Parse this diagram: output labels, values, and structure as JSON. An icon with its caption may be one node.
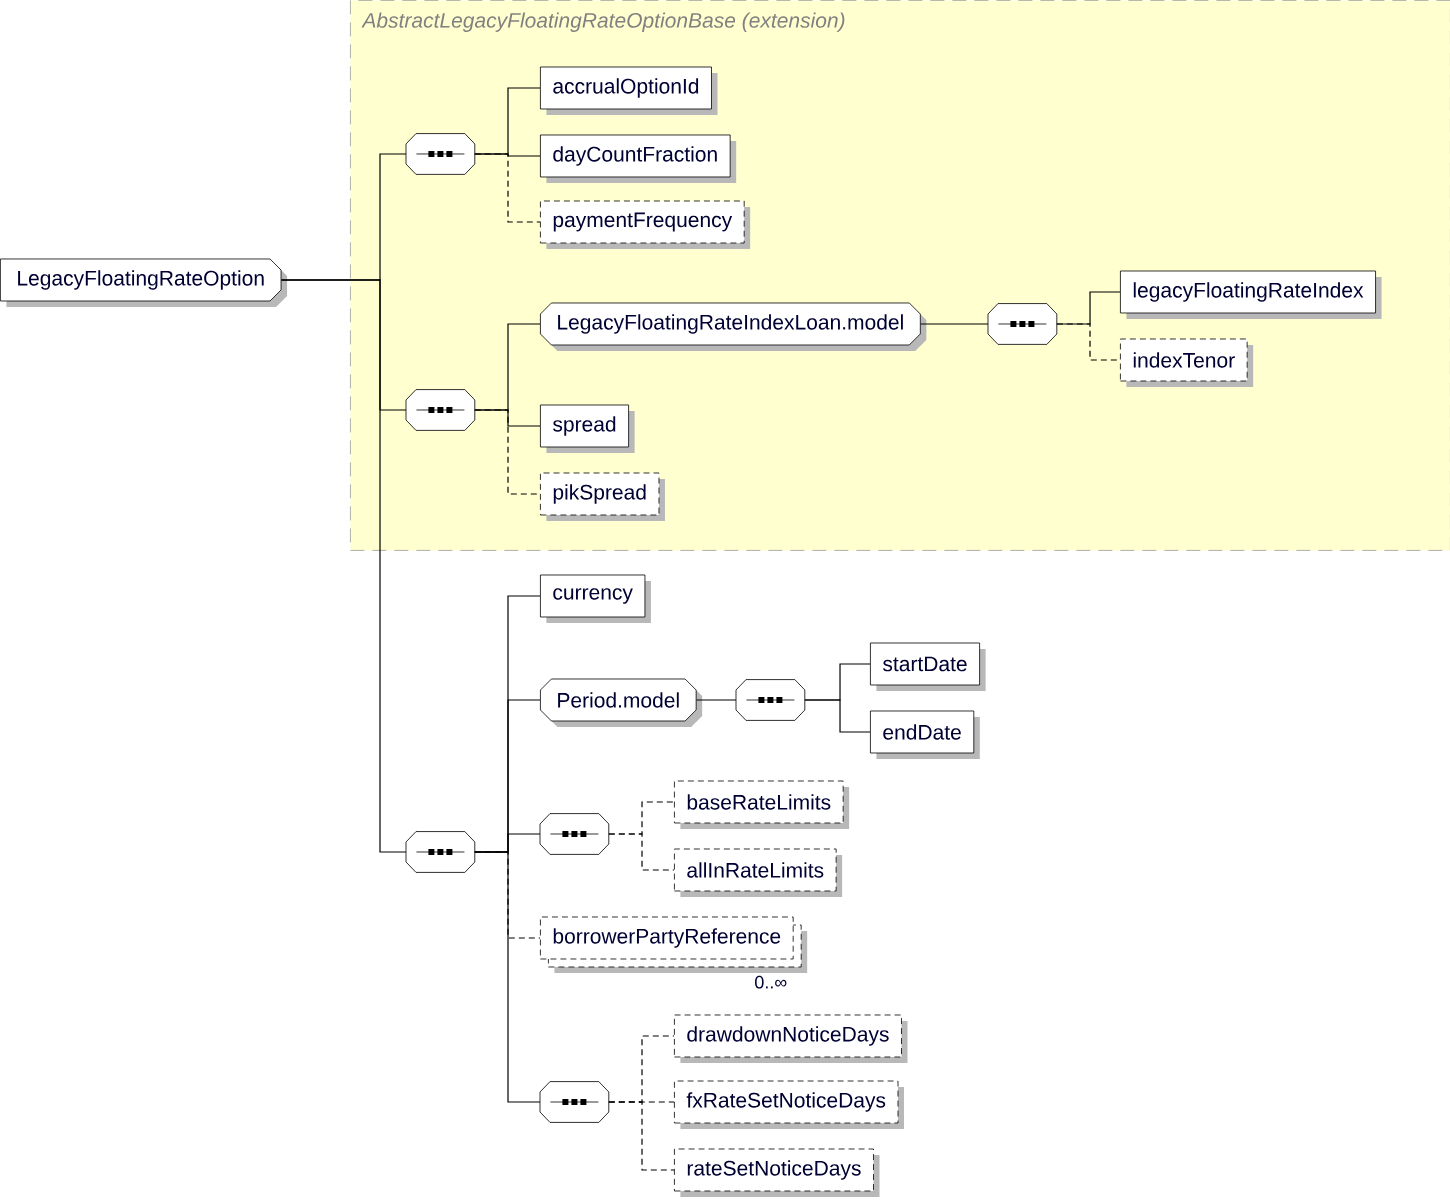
{
  "diagram": {
    "nodes": [
      {
        "text": [
          "*AbstractLegacyFloatingRateOptionBase* (extension)"
        ]
      },
      {
        "text": [
          "LegacyFloatingRateOption"
        ]
      },
      {
        "text": [],
        "shape": "octagon",
        "in": 0
      },
      {
        "text": [
          "accrualOptionId"
        ],
        "in": 0
      },
      {
        "text": [
          "dayCountFraction"
        ],
        "in": 0
      },
      {
        "text": [
          "paymentFrequency"
        ],
        "in": 0
      },
      {
        "text": [],
        "shape": "octagon",
        "in": 0
      },
      {
        "text": [
          "LegacyFloatingRateIndexLoan.model"
        ],
        "in": 0
      },
      {
        "text": [],
        "shape": "octagon",
        "in": 0
      },
      {
        "text": [
          "legacyFloatingRateIndex"
        ],
        "in": 0
      },
      {
        "text": [
          "indexTenor"
        ],
        "in": 0
      },
      {
        "text": [
          "spread"
        ],
        "in": 0
      },
      {
        "text": [
          "pikSpread"
        ],
        "in": 0
      },
      {
        "text": [],
        "shape": "octagon"
      },
      {
        "text": [
          "currency"
        ]
      },
      {
        "text": [
          "Period.model"
        ]
      },
      {
        "text": [],
        "shape": "octagon"
      },
      {
        "text": [
          "startDate"
        ]
      },
      {
        "text": [
          "endDate"
        ]
      },
      {
        "text": [],
        "shape": "octagon"
      },
      {
        "text": [
          "baseRateLimits"
        ]
      },
      {
        "text": [
          "allInRateLimits"
        ]
      },
      {
        "text": [
          "borrowerPartyReference"
        ],
        "beside": [
          "0..∞"
        ]
      },
      {
        "text": [],
        "shape": "octagon"
      },
      {
        "text": [
          "drawdownNoticeDays"
        ]
      },
      {
        "text": [
          "fxRateSetNoticeDays"
        ]
      },
      {
        "text": [
          "rateSetNoticeDays"
        ]
      }
    ],
    "edges": [
      {
        "from": 1,
        "to": 2,
        "arrow": "none"
      },
      {
        "from": 1,
        "to": 6,
        "arrow": "none"
      },
      {
        "from": 1,
        "to": 13,
        "arrow": "none"
      },
      {
        "from": 2,
        "to": 3,
        "arrow": "none"
      },
      {
        "from": 2,
        "to": 4,
        "arrow": "none"
      },
      {
        "from": 2,
        "to": 5,
        "arrow": "none",
        "style": "dashed"
      },
      {
        "from": 6,
        "to": 7,
        "arrow": "none"
      },
      {
        "from": 6,
        "to": 11,
        "arrow": "none"
      },
      {
        "from": 6,
        "to": 12,
        "arrow": "none",
        "style": "dashed"
      },
      {
        "from": 7,
        "to": 8,
        "arrow": "none"
      },
      {
        "from": 8,
        "to": 9,
        "arrow": "none"
      },
      {
        "from": 8,
        "to": 10,
        "arrow": "none",
        "style": "dashed"
      },
      {
        "from": 13,
        "to": 14,
        "arrow": "none"
      },
      {
        "from": 13,
        "to": 15,
        "arrow": "none"
      },
      {
        "from": 13,
        "to": 19,
        "arrow": "none"
      },
      {
        "from": 13,
        "to": 22,
        "arrow": "none",
        "style": "dashed"
      },
      {
        "from": 13,
        "to": 23,
        "arrow": "none"
      },
      {
        "from": 15,
        "to": 16,
        "arrow": "none"
      },
      {
        "from": 16,
        "to": 17,
        "arrow": "none"
      },
      {
        "from": 16,
        "to": 18,
        "arrow": "none"
      },
      {
        "from": 19,
        "to": 20,
        "arrow": "none",
        "style": "dashed"
      },
      {
        "from": 19,
        "to": 21,
        "arrow": "none",
        "style": "dashed"
      },
      {
        "from": 23,
        "to": 24,
        "arrow": "none",
        "style": "dashed"
      },
      {
        "from": 23,
        "to": 25,
        "arrow": "none",
        "style": "dashed"
      },
      {
        "from": 23,
        "to": 26,
        "arrow": "none",
        "style": "dashed"
      }
    ]
  }
}
